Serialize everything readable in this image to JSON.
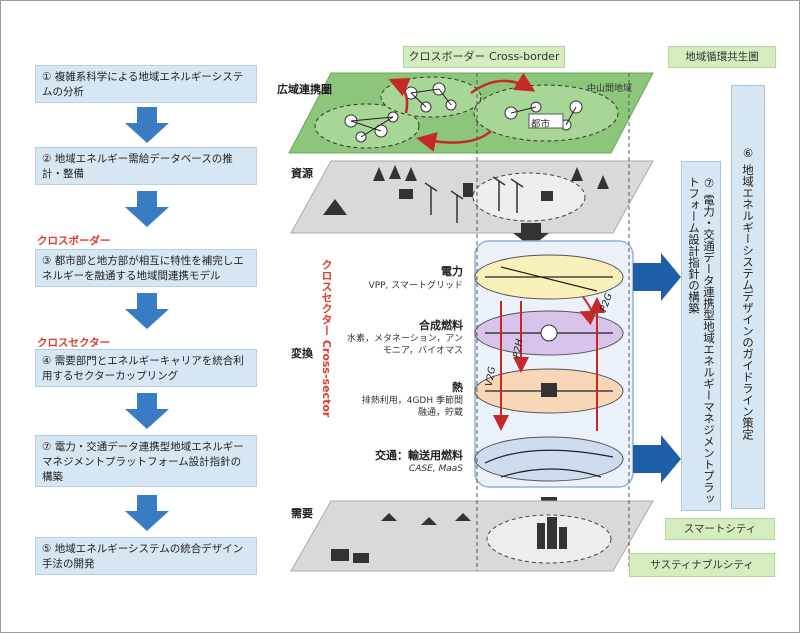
{
  "steps": [
    {
      "text": "① 複雑系科学による地域エネルギーシステムの分析"
    },
    {
      "text": "② 地域エネルギー需給データベースの推計・整備"
    },
    {
      "text": "③ 都市部と地方部が相互に特性を補完しエネルギーを融通する地域間連携モデル"
    },
    {
      "text": "④ 需要部門とエネルギーキャリアを統合利用するセクターカップリング"
    },
    {
      "text": "⑦ 電力・交通データ連携型地域エネルギーマネジメントプラットフォーム設計指針の構築"
    },
    {
      "text": "⑤ 地域エネルギーシステムの統合デザイン手法の開発"
    }
  ],
  "labels": {
    "cross_border_red": "クロスボーダー",
    "cross_sector_red": "クロスセクター",
    "cross_border_banner": "クロスボーダー Cross-border",
    "cross_sector_vertical": "クロスセクター Cross-sector",
    "regional_circulation": "地域循環共生圏",
    "wide_area": "広域連携圏",
    "resources": "資源",
    "conversion": "変換",
    "demand": "需要",
    "mountain_area": "中山間地域",
    "city": "都市",
    "power": "電力",
    "power_desc": "VPP, スマートグリッド",
    "synthetic_fuel": "合成燃料",
    "synthetic_fuel_desc": "水素，メタネーション，アンモニア，バイオマス",
    "heat": "熱",
    "heat_desc": "排熱利用，4GDH 季節間融通，貯蔵",
    "transport": "交通：輸送用燃料",
    "transport_desc": "CASE, MaaS",
    "p2g": "P2G",
    "p2h": "P2H",
    "v2g": "V2G",
    "guideline": "⑥ 地域エネルギーシステムデザインのガイドライン策定",
    "platform": "⑦ 電力・交通データ連携型地域エネルギーマネジメントプラットフォーム設計指針の構築",
    "smart_city": "スマートシティ",
    "sustainable_city": "サスティナブルシティ"
  },
  "colors": {
    "step_bg": "#d7e6f3",
    "arrow_blue": "#3a7cc3",
    "accent_red": "#e03a2c",
    "green_layer": "#8cc67a",
    "gray_layer": "#d9d9d9",
    "power_yellow": "#f7f0b8",
    "fuel_purple": "#d8c4ea",
    "heat_orange": "#f8d6b8",
    "transport_blue": "#cfdcef"
  }
}
